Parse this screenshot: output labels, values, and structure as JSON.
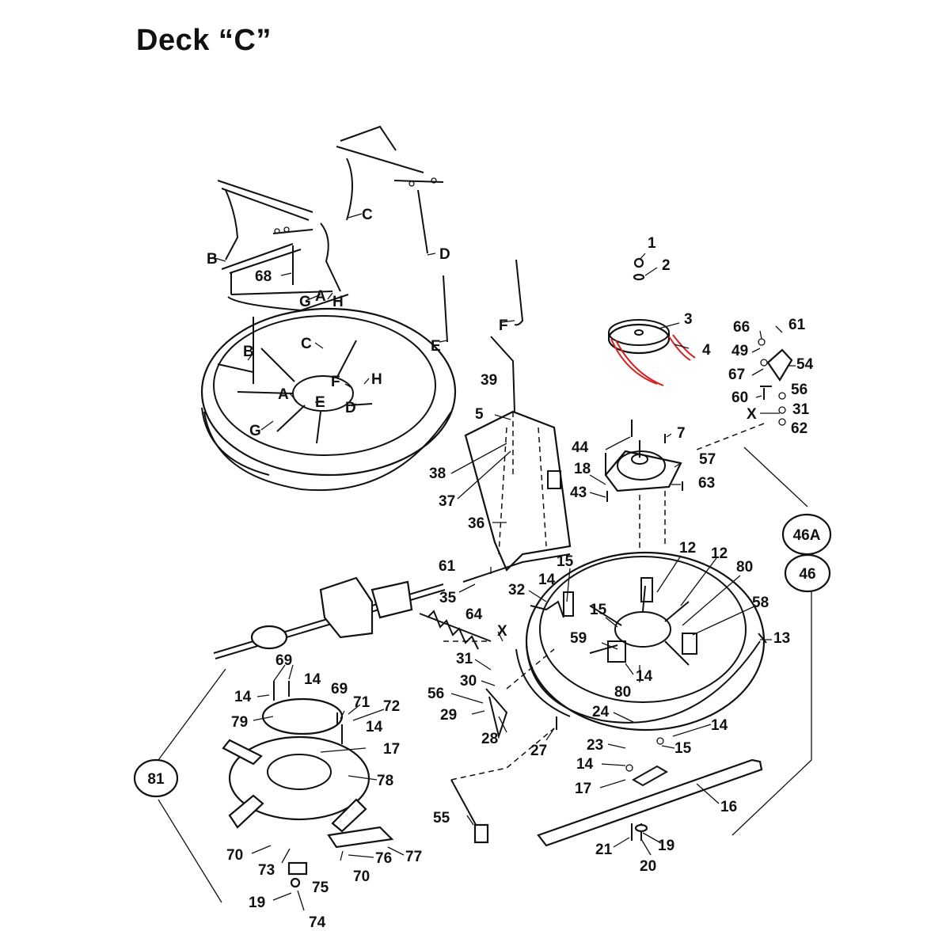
{
  "title": "Deck “C”",
  "highlight_color": "#d61f1f",
  "callouts": {
    "c1": "1",
    "c2": "2",
    "c3": "3",
    "c4": "4",
    "c5": "5",
    "c7": "7",
    "c12a": "12",
    "c12b": "12",
    "c13": "13",
    "c14a": "14",
    "c14b": "14",
    "c14c": "14",
    "c14d": "14",
    "c14e": "14",
    "c14f": "14",
    "c14g": "14",
    "c15a": "15",
    "c15b": "15",
    "c15c": "15",
    "c16": "16",
    "c17a": "17",
    "c17b": "17",
    "c18": "18",
    "c19a": "19",
    "c19b": "19",
    "c20": "20",
    "c21": "21",
    "c23": "23",
    "c24": "24",
    "c27": "27",
    "c28": "28",
    "c29": "29",
    "c30": "30",
    "c31a": "31",
    "c31b": "31",
    "c32": "32",
    "c35": "35",
    "c36": "36",
    "c37": "37",
    "c38": "38",
    "c39": "39",
    "c43": "43",
    "c44": "44",
    "c49": "49",
    "c54": "54",
    "c55": "55",
    "c56a": "56",
    "c56b": "56",
    "c57": "57",
    "c58": "58",
    "c59": "59",
    "c60": "60",
    "c61a": "61",
    "c61b": "61",
    "c62": "62",
    "c63": "63",
    "c64": "64",
    "c66": "66",
    "c67": "67",
    "c68": "68",
    "c69a": "69",
    "c69b": "69",
    "c70a": "70",
    "c70b": "70",
    "c71": "71",
    "c72": "72",
    "c73": "73",
    "c74": "74",
    "c75": "75",
    "c76": "76",
    "c77": "77",
    "c78": "78",
    "c79": "79",
    "c80a": "80",
    "c80b": "80"
  },
  "letters": {
    "A1": "A",
    "A2": "A",
    "B1": "B",
    "B2": "B",
    "C1": "C",
    "C2": "C",
    "D1": "D",
    "D2": "D",
    "E1": "E",
    "E2": "E",
    "F1": "F",
    "F2": "F",
    "G1": "G",
    "G2": "G",
    "H1": "H",
    "H2": "H",
    "X1": "X",
    "X2": "X"
  },
  "circled": {
    "c46A": "46A",
    "c46": "46",
    "c81": "81"
  }
}
